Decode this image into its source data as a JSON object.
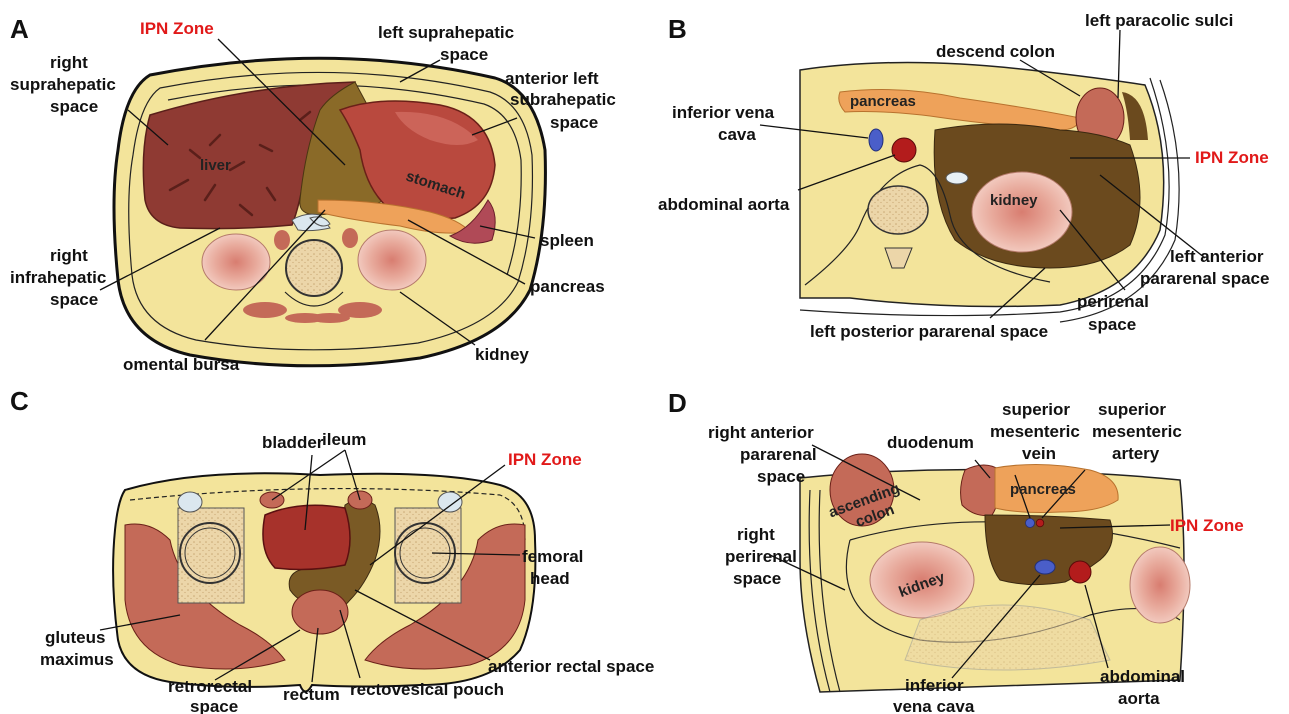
{
  "panels": [
    {
      "letter": "A",
      "labels": {
        "ipn": "IPN Zone",
        "left_supra_1": "left suprahepatic",
        "left_supra_2": "space",
        "right_supra_1": "right",
        "right_supra_2": "suprahepatic",
        "right_supra_3": "space",
        "ant_left_1": "anterior left",
        "ant_left_2": "subrahepatic",
        "ant_left_3": "space",
        "liver": "liver",
        "stomach": "stomach",
        "spleen": "spleen",
        "pancreas": "pancreas",
        "right_infra_1": "right",
        "right_infra_2": "infrahepatic",
        "right_infra_3": "space",
        "omental": "omental bursa",
        "kidney": "kidney"
      }
    },
    {
      "letter": "B",
      "labels": {
        "paracolic": "left paracolic sulci",
        "descend": "descend colon",
        "pancreas": "pancreas",
        "ivc_1": "inferior vena",
        "ivc_2": "cava",
        "ipn": "IPN Zone",
        "aorta": "abdominal aorta",
        "kidney": "kidney",
        "lap_1": "left anterior",
        "lap_2": "pararenal space",
        "peri_1": "perirenal",
        "peri_2": "space",
        "lpp": "left posterior pararenal space"
      }
    },
    {
      "letter": "C",
      "labels": {
        "bladder": "bladder",
        "ileum": "ileum",
        "ipn": "IPN Zone",
        "femoral_1": "femoral",
        "femoral_2": "head",
        "gluteus_1": "gluteus",
        "gluteus_2": "maximus",
        "retro_1": "retrorectal",
        "retro_2": "space",
        "rectum": "rectum",
        "rectovesical": "rectovesical pouch",
        "ant_rectal": "anterior rectal space"
      }
    },
    {
      "letter": "D",
      "labels": {
        "smv_1": "superior",
        "smv_2": "mesenteric",
        "smv_3": "vein",
        "sma_1": "superior",
        "sma_2": "mesenteric",
        "sma_3": "artery",
        "rap_1": "right anterior",
        "rap_2": "pararenal",
        "rap_3": "space",
        "duodenum": "duodenum",
        "ascending_1": "ascending",
        "ascending_2": "colon",
        "pancreas": "pancreas",
        "ipn": "IPN Zone",
        "rpr_1": "right",
        "rpr_2": "perirenal",
        "rpr_3": "space",
        "kidney": "kidney",
        "aorta_1": "abdominal",
        "aorta_2": "aorta",
        "ivc_1": "inferior",
        "ivc_2": "vena cava"
      }
    }
  ],
  "colors": {
    "fat": "#f3e49b",
    "muscle": "#c46a58",
    "liver": "#8f3a33",
    "stomach": "#b9493e",
    "ipn": "#6b4a1e",
    "pancreas": "#eea25a",
    "kidney": "#eab4a8",
    "vertebra": "#e9d3a8",
    "highlight": "#e11919"
  }
}
